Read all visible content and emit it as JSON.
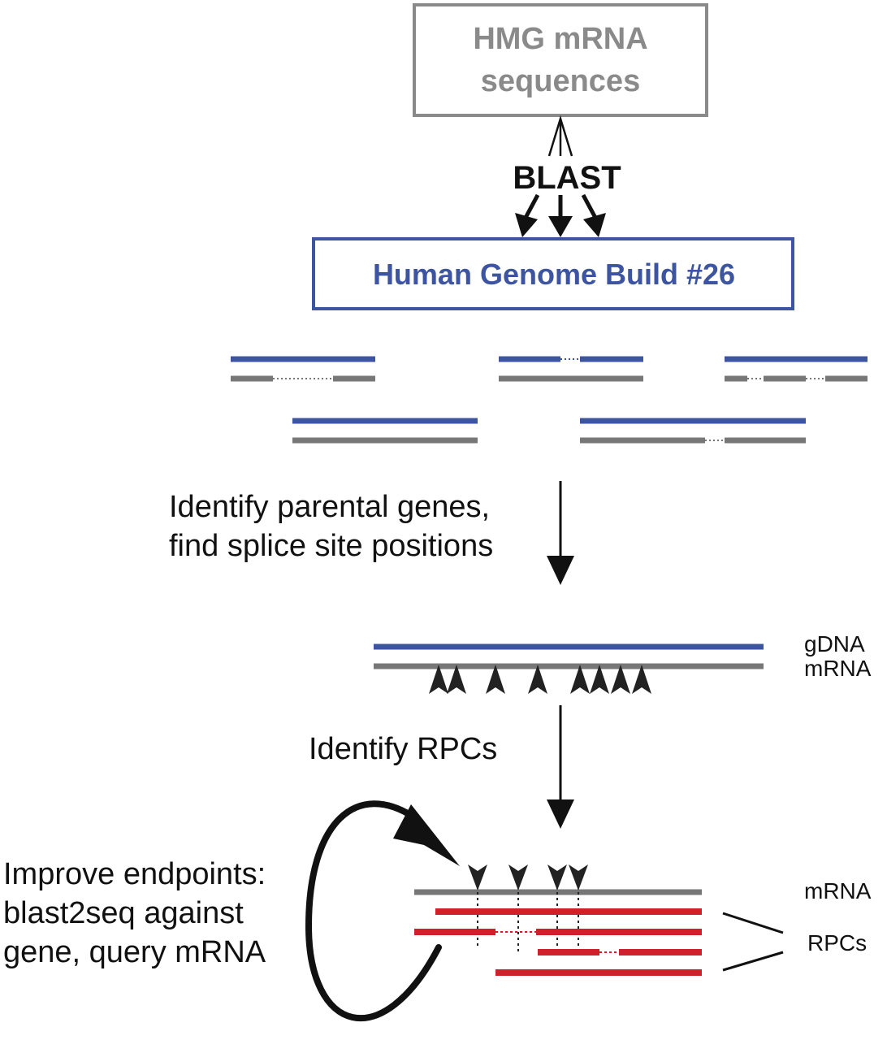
{
  "boxes": {
    "top_line1": "HMG mRNA",
    "top_line2": "sequences",
    "genome": "Human Genome Build #26"
  },
  "labels": {
    "blast": "BLAST",
    "step1_line1": "Identify parental genes,",
    "step1_line2": "find splice site positions",
    "gdna": "gDNA",
    "mrna_mid": "mRNA",
    "step2": "Identify RPCs",
    "improve_line1": "Improve endpoints:",
    "improve_line2": "blast2seq against",
    "improve_line3": "gene, query mRNA",
    "mrna_bottom": "mRNA",
    "rpcs": "RPCs"
  },
  "colors": {
    "blue": "#3d55a0",
    "gray": "#777777",
    "red": "#d0202c",
    "black": "#111111"
  }
}
